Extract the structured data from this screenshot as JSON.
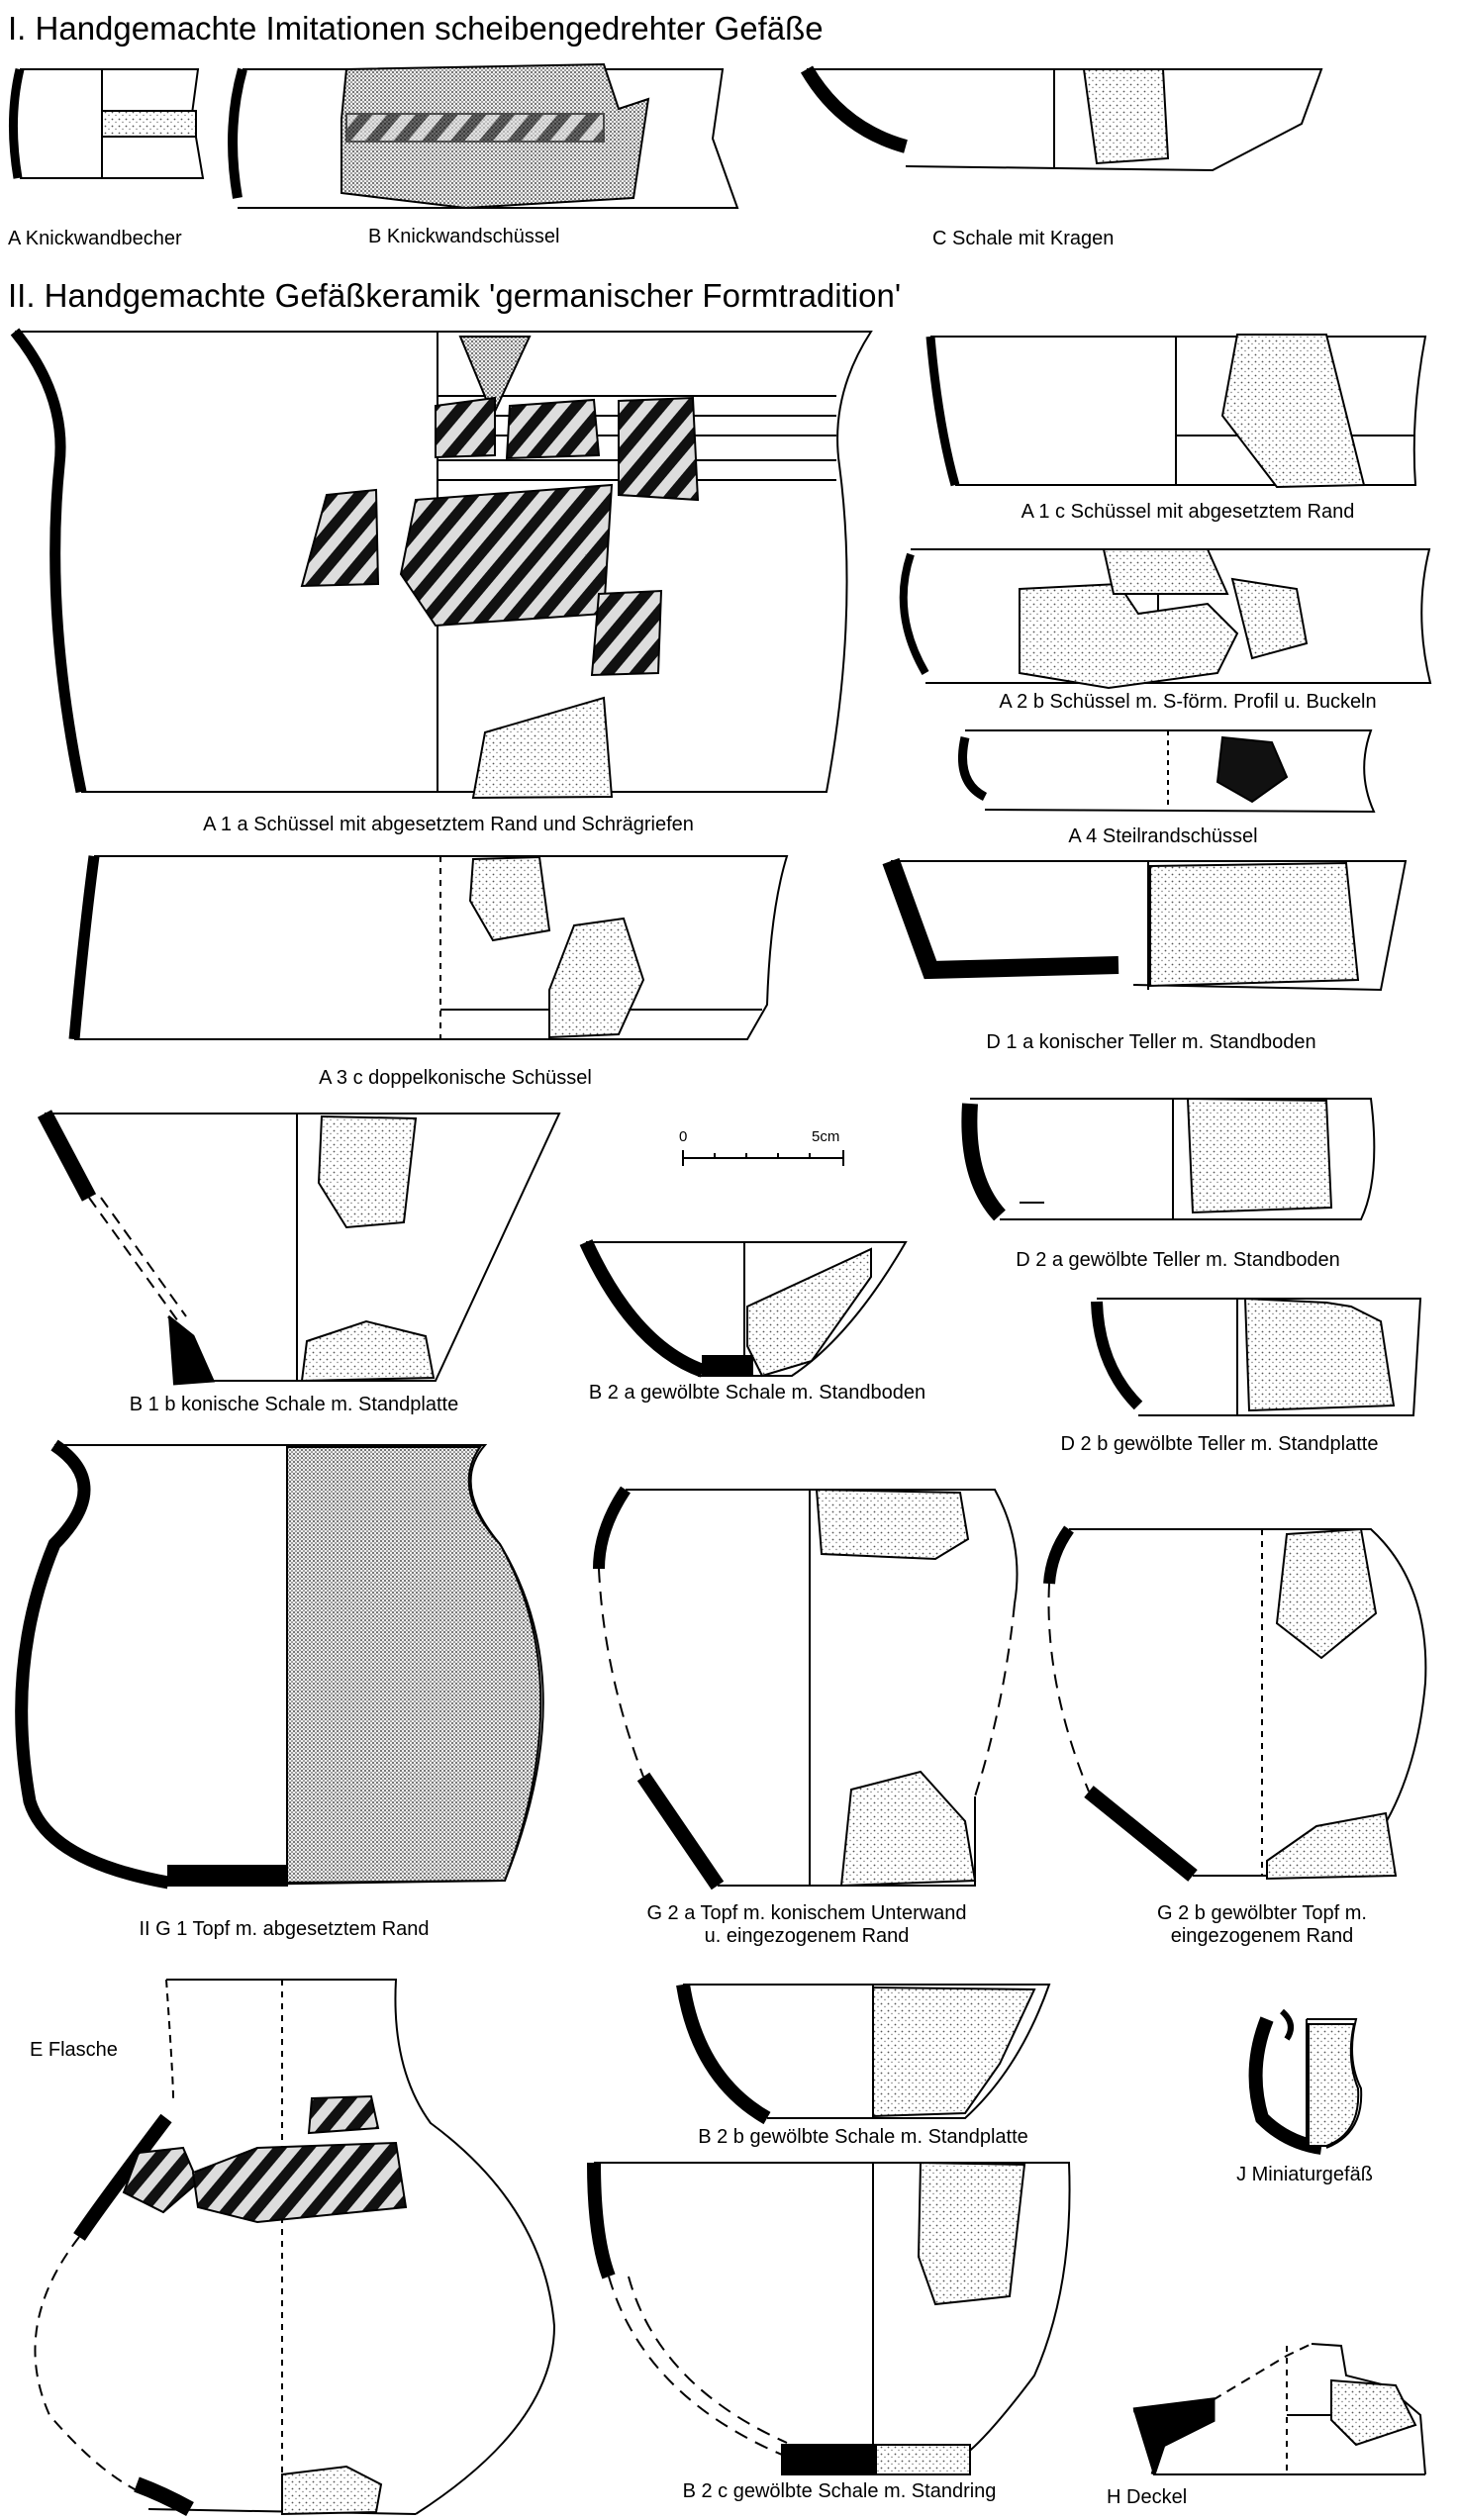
{
  "sections": {
    "one": "I. Handgemachte Imitationen scheibengedrehter Gefäße",
    "two": "II. Handgemachte Gefäßkeramik 'germanischer Formtradition'"
  },
  "captions": {
    "i_a": "A Knickwandbecher",
    "i_b": "B Knickwandschüssel",
    "i_c": "C Schale mit Kragen",
    "a1a": "A 1 a Schüssel mit abgesetztem Rand und Schrägriefen",
    "a1c": "A 1 c Schüssel mit abgesetztem Rand",
    "a2b": "A 2 b Schüssel m. S-förm. Profil u. Buckeln",
    "a4": "A 4 Steilrandschüssel",
    "a3c": "A 3 c doppelkonische Schüssel",
    "d1a": "D 1 a konischer Teller m. Standboden",
    "b1b": "B 1 b konische Schale m. Standplatte",
    "b2a": "B 2 a gewölbte Schale m. Standboden",
    "d2a": "D 2 a gewölbte Teller m. Standboden",
    "d2b": "D 2 b gewölbte Teller m. Standplatte",
    "g1": "II G 1 Topf m. abgesetztem Rand",
    "g2a_1": "G 2 a Topf m. konischem Unterwand",
    "g2a_2": "u. eingezogenem Rand",
    "g2b_1": "G 2 b gewölbter Topf m.",
    "g2b_2": "eingezogenem Rand",
    "e": "E Flasche",
    "b2b": "B 2 b gewölbte Schale m. Standplatte",
    "j": "J Miniaturgefäß",
    "b2c": "B 2 c gewölbte Schale m. Standring",
    "h": "H Deckel"
  },
  "scale": {
    "zero": "0",
    "five": "5cm"
  }
}
